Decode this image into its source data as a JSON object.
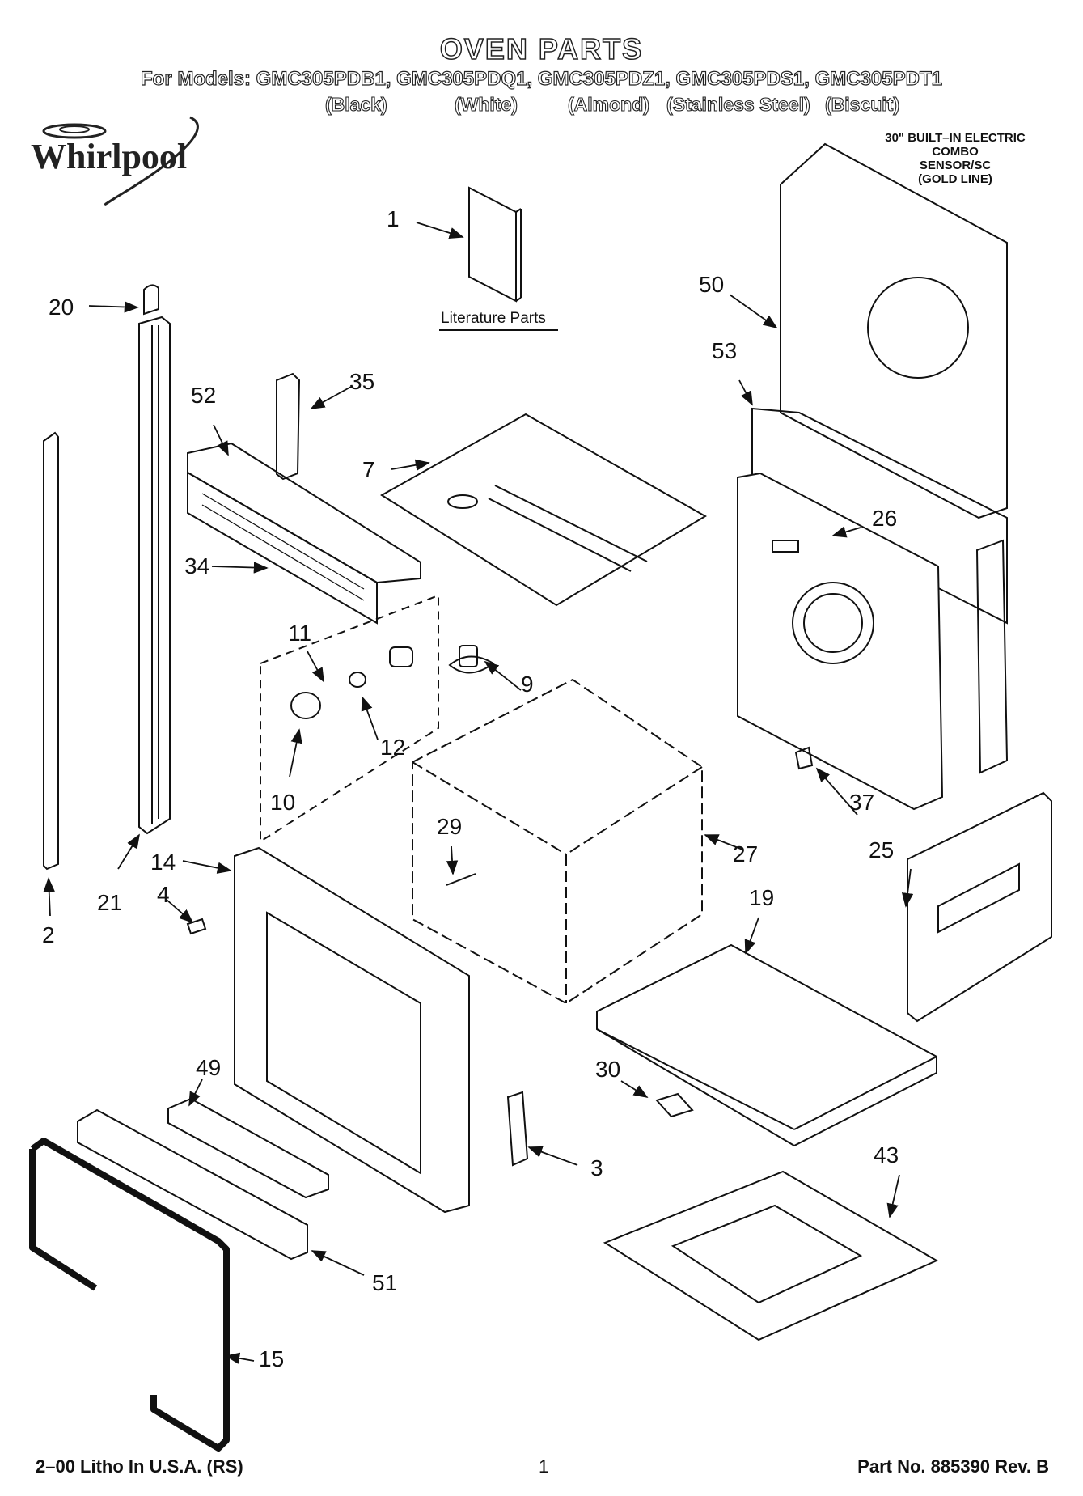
{
  "header": {
    "title": "OVEN PARTS",
    "models_line": "For Models: GMC305PDB1, GMC305PDQ1, GMC305PDZ1, GMC305PDS1, GMC305PDT1",
    "finishes": [
      "(Black)",
      "(White)",
      "(Almond)",
      "(Stainless Steel)",
      "(Biscuit)"
    ]
  },
  "brand": {
    "logo_text": "Whirlpool"
  },
  "product_info": {
    "lines": [
      "30\" BUILT–IN ELECTRIC",
      "COMBO",
      "SENSOR/SC",
      "(GOLD LINE)"
    ]
  },
  "literature_label": "Literature Parts",
  "callouts": [
    "1",
    "20",
    "35",
    "52",
    "50",
    "53",
    "7",
    "26",
    "34",
    "11",
    "9",
    "12",
    "10",
    "37",
    "29",
    "27",
    "14",
    "25",
    "4",
    "21",
    "2",
    "19",
    "49",
    "30",
    "3",
    "43",
    "51",
    "15"
  ],
  "footer": {
    "left": "2–00 Litho In U.S.A. (RS)",
    "center": "1",
    "right": "Part No. 885390 Rev. B"
  }
}
